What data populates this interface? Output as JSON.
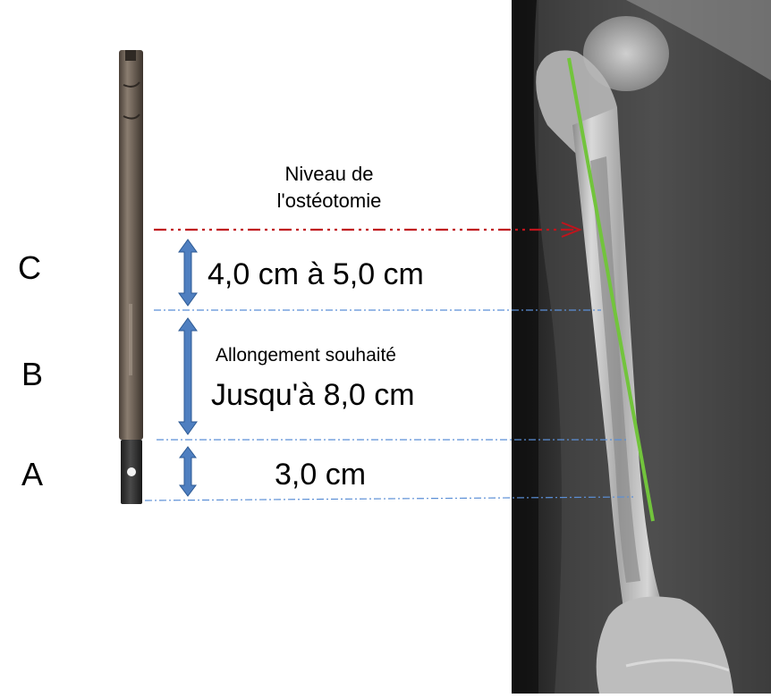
{
  "osteotomy_label_line1": "Niveau de",
  "osteotomy_label_line2": "l'ostéotomie",
  "segments": {
    "C": {
      "letter": "C",
      "measure": "4,0 cm à 5,0 cm"
    },
    "B": {
      "letter": "B",
      "caption": "Allongement souhaité",
      "measure": "Jusqu'à 8,0 cm"
    },
    "A": {
      "letter": "A",
      "measure": "3,0 cm"
    }
  },
  "colors": {
    "osteotomy_line": "#c0141c",
    "guide_lines": "#5b8fd6",
    "arrows": "#4f7fc0",
    "arrow_outline": "#2d5a94",
    "axis_line": "#72c43c",
    "rod_body": "#6e6257",
    "rod_tip": "#2c2c2c"
  }
}
